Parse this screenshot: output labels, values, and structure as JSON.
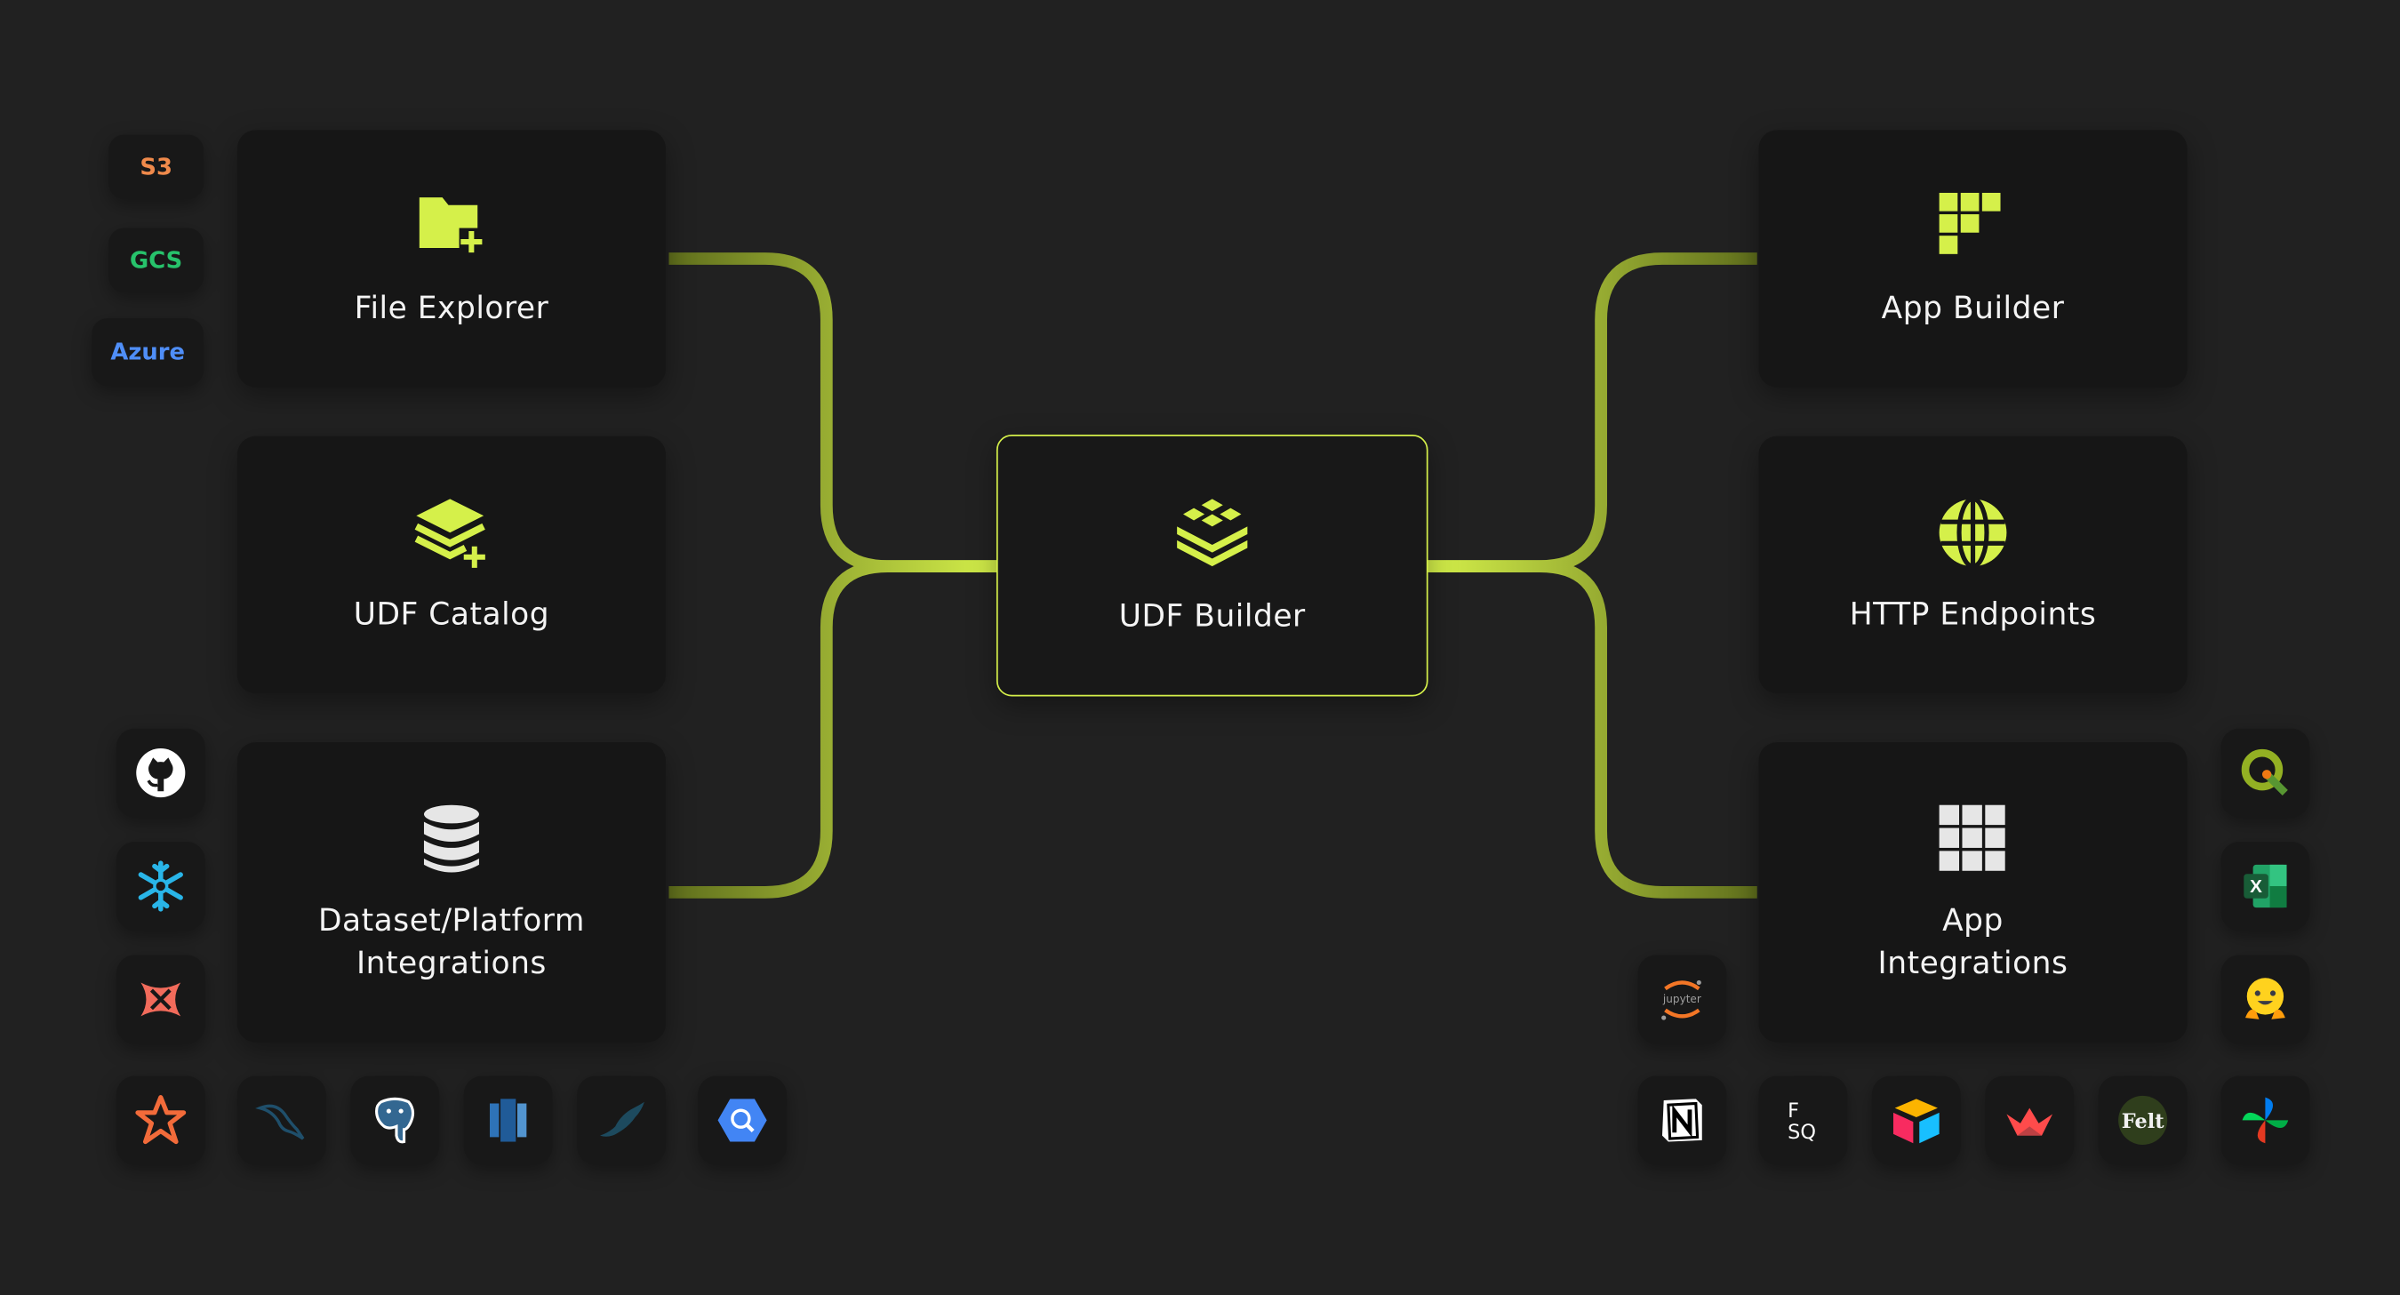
{
  "diagram": {
    "accent_color": "#d5f04a",
    "left_cards": [
      {
        "label": "File Explorer",
        "icon": "folder-plus-icon"
      },
      {
        "label": "UDF Catalog",
        "icon": "layers-plus-icon"
      },
      {
        "label": "Dataset/Platform\nIntegrations",
        "icon": "database-icon"
      }
    ],
    "center_card": {
      "label": "UDF Builder",
      "icon": "stacked-blocks-icon"
    },
    "right_cards": [
      {
        "label": "App Builder",
        "icon": "app-grid-blocks-icon"
      },
      {
        "label": "HTTP Endpoints",
        "icon": "globe-icon"
      },
      {
        "label": "App\nIntegrations",
        "icon": "grid-icon"
      }
    ],
    "storage_chips": [
      {
        "label": "S3",
        "color": "#f08a4b"
      },
      {
        "label": "GCS",
        "color": "#27c26b"
      },
      {
        "label": "Azure",
        "color": "#4f8ef7"
      }
    ],
    "dataset_integration_icons": [
      "github-icon",
      "snowflake-icon",
      "dagster-icon",
      "spark-star-icon",
      "mysql-icon",
      "postgresql-icon",
      "redshift-icon",
      "mariadb-icon",
      "bigquery-icon"
    ],
    "app_integration_icons": [
      "qgis-icon",
      "excel-icon",
      "huggingface-icon",
      "jupyter-icon",
      "notion-icon",
      "fsq-icon",
      "airtable-icon",
      "streamlit-icon",
      "felt-icon",
      "airflow-icon"
    ],
    "tile_texts": {
      "fsq_top": "F",
      "fsq_bottom": "SQ",
      "felt": "Felt",
      "jupyter": "jupyter",
      "excel": "X"
    }
  }
}
